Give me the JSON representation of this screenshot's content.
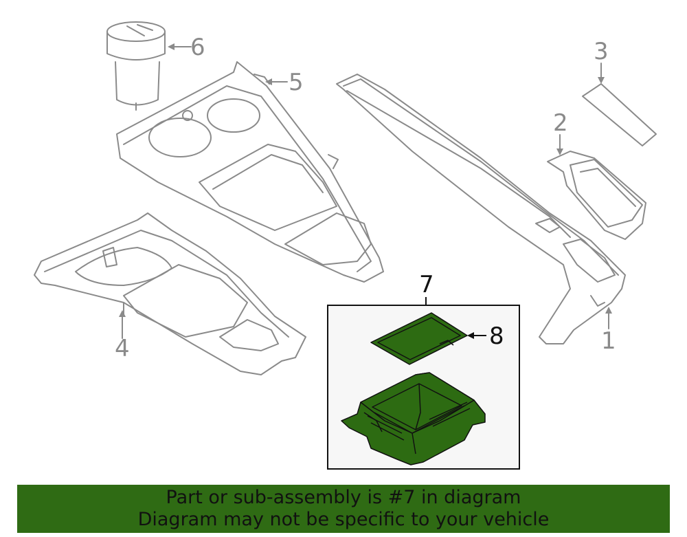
{
  "callouts": {
    "c1": "1",
    "c2": "2",
    "c3": "3",
    "c4": "4",
    "c5": "5",
    "c6": "6",
    "c7": "7",
    "c8": "8"
  },
  "banner": {
    "line1": "Part or sub-assembly is #7 in diagram",
    "line2": "Diagram may not be specific to your vehicle"
  },
  "colors": {
    "highlight_part": "#2d6b12",
    "banner_bg": "#2f6b14",
    "outline_grey": "#8a8a8a"
  }
}
